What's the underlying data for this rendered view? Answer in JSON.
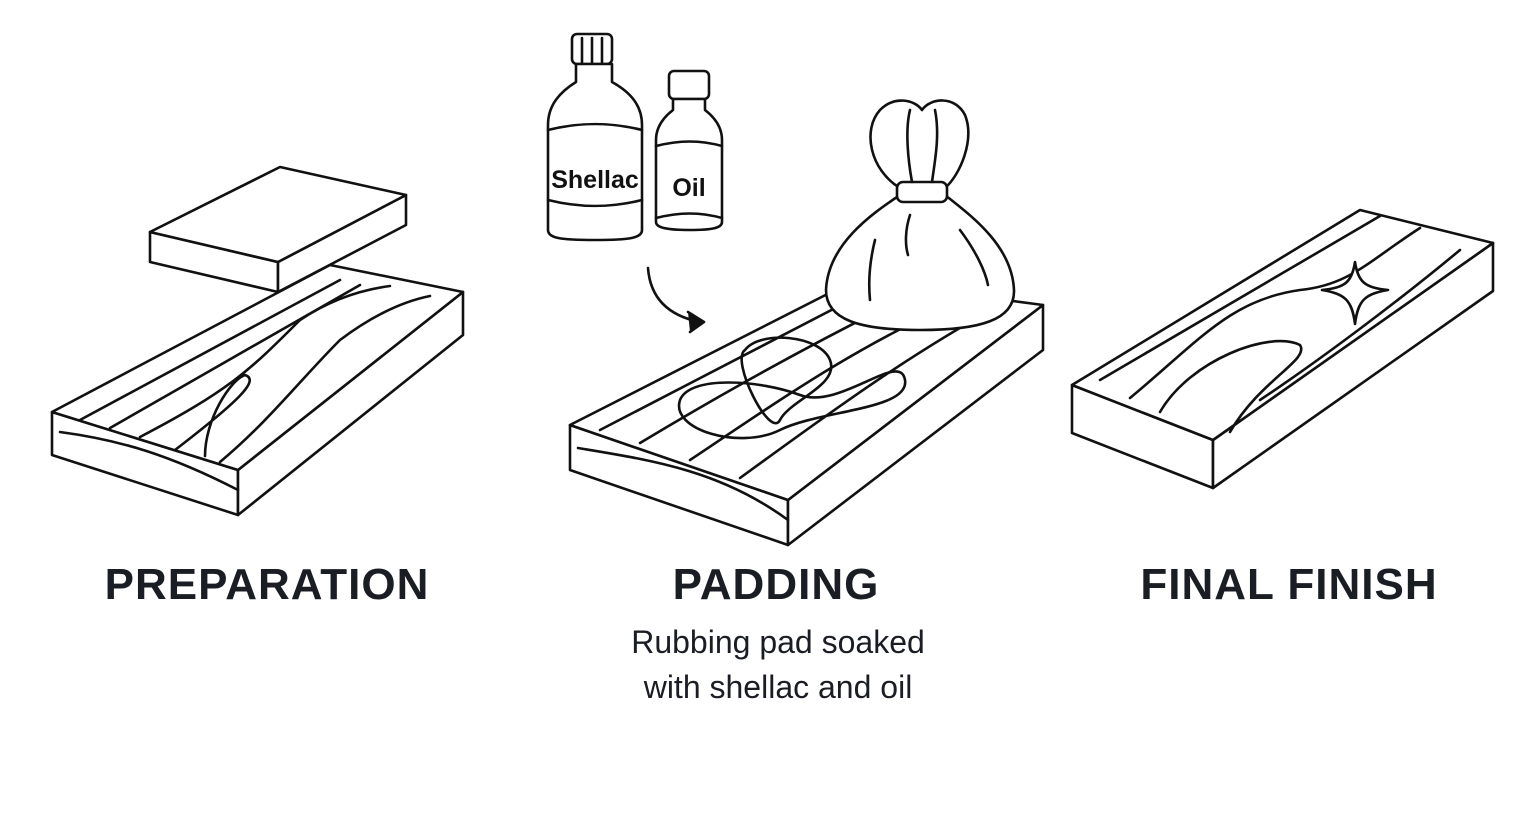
{
  "steps": [
    {
      "title": "PREPARATION"
    },
    {
      "title": "PADDING",
      "caption_line1": "Rubbing pad soaked",
      "caption_line2": "with shellac and oil"
    },
    {
      "title": "FINAL FINISH"
    }
  ],
  "bottles": {
    "shellac": "Shellac",
    "oil": "Oil"
  }
}
